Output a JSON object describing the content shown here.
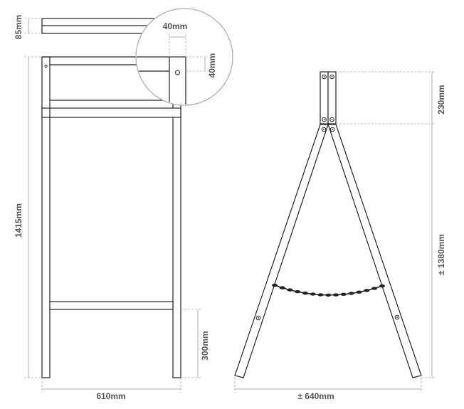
{
  "dimensions": {
    "top_bar_height": "85mm",
    "detail_width": "40mm",
    "detail_height": "40mm",
    "frame_height": "1415mm",
    "frame_width": "610mm",
    "bottom_rail_height": "300mm",
    "head_height": "230mm",
    "leg_height": "± 1380mm",
    "base_width": "± 640mm"
  }
}
